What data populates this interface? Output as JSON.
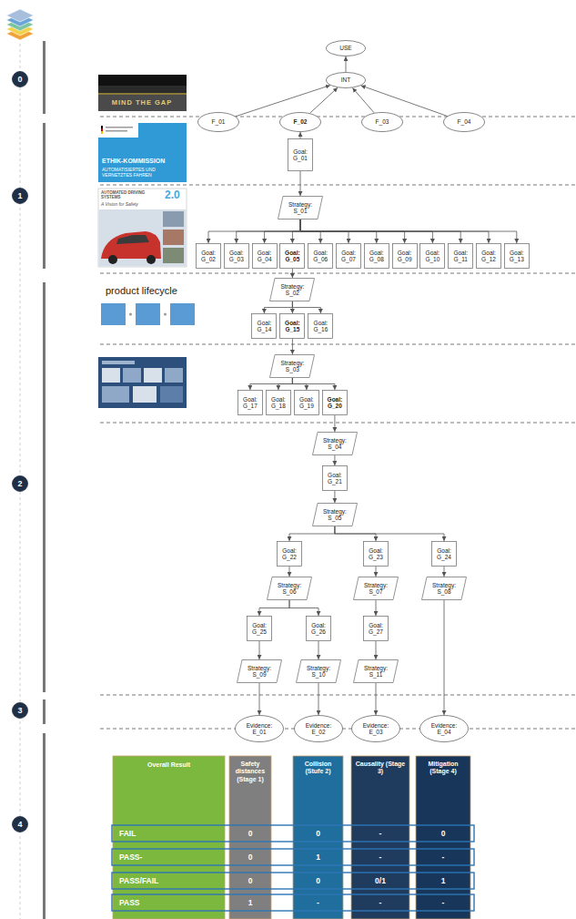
{
  "diagram": {
    "nodes": [
      {
        "text": [
          "0"
        ]
      },
      {
        "text": [
          "1"
        ]
      },
      {
        "text": [
          "2"
        ]
      },
      {
        "text": [
          "3"
        ]
      },
      {
        "text": [
          "4"
        ]
      },
      {
        "text": [
          "USE"
        ]
      },
      {
        "text": [
          "INT"
        ]
      },
      {
        "text": [
          "F_01"
        ]
      },
      {
        "text": [
          "F_02"
        ]
      },
      {
        "text": [
          "F_03"
        ]
      },
      {
        "text": [
          "F_04"
        ]
      },
      {
        "text": [
          "Goal: G_01"
        ]
      },
      {
        "text": [
          "Strategy: S_01"
        ]
      },
      {
        "text": [
          "Goal: G_02"
        ]
      },
      {
        "text": [
          "Goal: G_03"
        ]
      },
      {
        "text": [
          "Goal: G_04"
        ]
      },
      {
        "text": [
          "Goal: G_05"
        ]
      },
      {
        "text": [
          "Goal: G_06"
        ]
      },
      {
        "text": [
          "Goal: G_07"
        ]
      },
      {
        "text": [
          "Goal: G_08"
        ]
      },
      {
        "text": [
          "Goal: G_09"
        ]
      },
      {
        "text": [
          "Goal: G_10"
        ]
      },
      {
        "text": [
          "Goal: G_11"
        ]
      },
      {
        "text": [
          "Goal: G_12"
        ]
      },
      {
        "text": [
          "Goal: G_13"
        ]
      },
      {
        "text": [
          "Strategy: S_02"
        ]
      },
      {
        "text": [
          "Goal: G_14"
        ]
      },
      {
        "text": [
          "Goal: G_15"
        ]
      },
      {
        "text": [
          "Goal: G_16"
        ]
      },
      {
        "text": [
          "Strategy: S_03"
        ]
      },
      {
        "text": [
          "Goal: G_17"
        ]
      },
      {
        "text": [
          "Goal: G_18"
        ]
      },
      {
        "text": [
          "Goal: G_19"
        ]
      },
      {
        "text": [
          "Goal: G_20"
        ]
      },
      {
        "text": [
          "Strategy: S_04"
        ]
      },
      {
        "text": [
          "Goal: G_21"
        ]
      },
      {
        "text": [
          "Strategy: S_05"
        ]
      },
      {
        "text": [
          "Goal: G_22"
        ]
      },
      {
        "text": [
          "Goal: G_23"
        ]
      },
      {
        "text": [
          "Goal: G_24"
        ]
      },
      {
        "text": [
          "Strategy: S_06"
        ]
      },
      {
        "text": [
          "Strategy: S_07"
        ]
      },
      {
        "text": [
          "Strategy: S_08"
        ]
      },
      {
        "text": [
          "Goal: G_25"
        ]
      },
      {
        "text": [
          "Goal: G_26"
        ]
      },
      {
        "text": [
          "Goal: G_27"
        ]
      },
      {
        "text": [
          "Strategy: S_09"
        ]
      },
      {
        "text": [
          "Strategy: S_10"
        ]
      },
      {
        "text": [
          "Strategy: S_11"
        ]
      },
      {
        "text": [
          "Evidence: E_01"
        ]
      },
      {
        "text": [
          "Evidence: E_02"
        ]
      },
      {
        "text": [
          "Evidence: E_03"
        ]
      },
      {
        "text": [
          "Evidence: E_04"
        ]
      }
    ],
    "edges": [
      {
        "from": 7,
        "to": 6,
        "arrow": "to"
      },
      {
        "from": 8,
        "to": 6,
        "arrow": "to"
      },
      {
        "from": 9,
        "to": 6,
        "arrow": "to"
      },
      {
        "from": 10,
        "to": 6,
        "arrow": "to"
      },
      {
        "from": 6,
        "to": 5,
        "arrow": "to"
      },
      {
        "from": 11,
        "to": 8,
        "arrow": "to"
      },
      {
        "from": 11,
        "to": 12,
        "arrow": "to"
      },
      {
        "from": 12,
        "to": 13,
        "arrow": "to"
      },
      {
        "from": 12,
        "to": 14,
        "arrow": "to"
      },
      {
        "from": 12,
        "to": 15,
        "arrow": "to"
      },
      {
        "from": 12,
        "to": 16,
        "arrow": "to"
      },
      {
        "from": 12,
        "to": 17,
        "arrow": "to"
      },
      {
        "from": 12,
        "to": 18,
        "arrow": "to"
      },
      {
        "from": 12,
        "to": 19,
        "arrow": "to"
      },
      {
        "from": 12,
        "to": 20,
        "arrow": "to"
      },
      {
        "from": 12,
        "to": 21,
        "arrow": "to"
      },
      {
        "from": 12,
        "to": 22,
        "arrow": "to"
      },
      {
        "from": 12,
        "to": 23,
        "arrow": "to"
      },
      {
        "from": 12,
        "to": 24,
        "arrow": "to"
      },
      {
        "from": 16,
        "to": 25,
        "arrow": "to"
      },
      {
        "from": 25,
        "to": 26,
        "arrow": "to"
      },
      {
        "from": 25,
        "to": 27,
        "arrow": "to"
      },
      {
        "from": 25,
        "to": 28,
        "arrow": "to"
      },
      {
        "from": 27,
        "to": 29,
        "arrow": "to"
      },
      {
        "from": 29,
        "to": 30,
        "arrow": "to"
      },
      {
        "from": 29,
        "to": 31,
        "arrow": "to"
      },
      {
        "from": 29,
        "to": 32,
        "arrow": "to"
      },
      {
        "from": 29,
        "to": 33,
        "arrow": "to"
      },
      {
        "from": 33,
        "to": 34,
        "arrow": "to"
      },
      {
        "from": 34,
        "to": 35,
        "arrow": "to"
      },
      {
        "from": 35,
        "to": 36,
        "arrow": "to"
      },
      {
        "from": 36,
        "to": 37,
        "arrow": "to"
      },
      {
        "from": 36,
        "to": 38,
        "arrow": "to"
      },
      {
        "from": 36,
        "to": 39,
        "arrow": "to"
      },
      {
        "from": 37,
        "to": 40,
        "arrow": "to"
      },
      {
        "from": 38,
        "to": 41,
        "arrow": "to"
      },
      {
        "from": 39,
        "to": 42,
        "arrow": "to"
      },
      {
        "from": 40,
        "to": 43,
        "arrow": "to"
      },
      {
        "from": 40,
        "to": 44,
        "arrow": "to"
      },
      {
        "from": 41,
        "to": 45,
        "arrow": "to"
      },
      {
        "from": 43,
        "to": 46,
        "arrow": "to"
      },
      {
        "from": 44,
        "to": 47,
        "arrow": "to"
      },
      {
        "from": 45,
        "to": 48,
        "arrow": "to"
      },
      {
        "from": 46,
        "to": 49,
        "arrow": "to"
      },
      {
        "from": 47,
        "to": 50,
        "arrow": "to"
      },
      {
        "from": 48,
        "to": 51,
        "arrow": "to"
      },
      {
        "from": 42,
        "to": 52,
        "arrow": "to"
      }
    ],
    "labels": [
      "MIND THE GAP",
      "ETHIK-KOMMISSION",
      "AUTOMATISIERTES UND VERNETZTES FAHREN",
      "AUTOMATED DRIVING SYSTEMS",
      "2.0",
      "A Vision for Safety",
      "product lifecycle",
      "Overall Result",
      "Safety distances (Stage 1)",
      "Collision (Stufe 2)",
      "Causality (Stage 3)",
      "Mitigation (Stage 4)",
      "FAIL",
      "0",
      "0",
      "-",
      "0",
      "PASS-",
      "0",
      "1",
      "-",
      "-",
      "PASS/FAIL",
      "0",
      "0",
      "0/1",
      "1",
      "PASS",
      "1",
      "-",
      "-",
      "-"
    ]
  }
}
